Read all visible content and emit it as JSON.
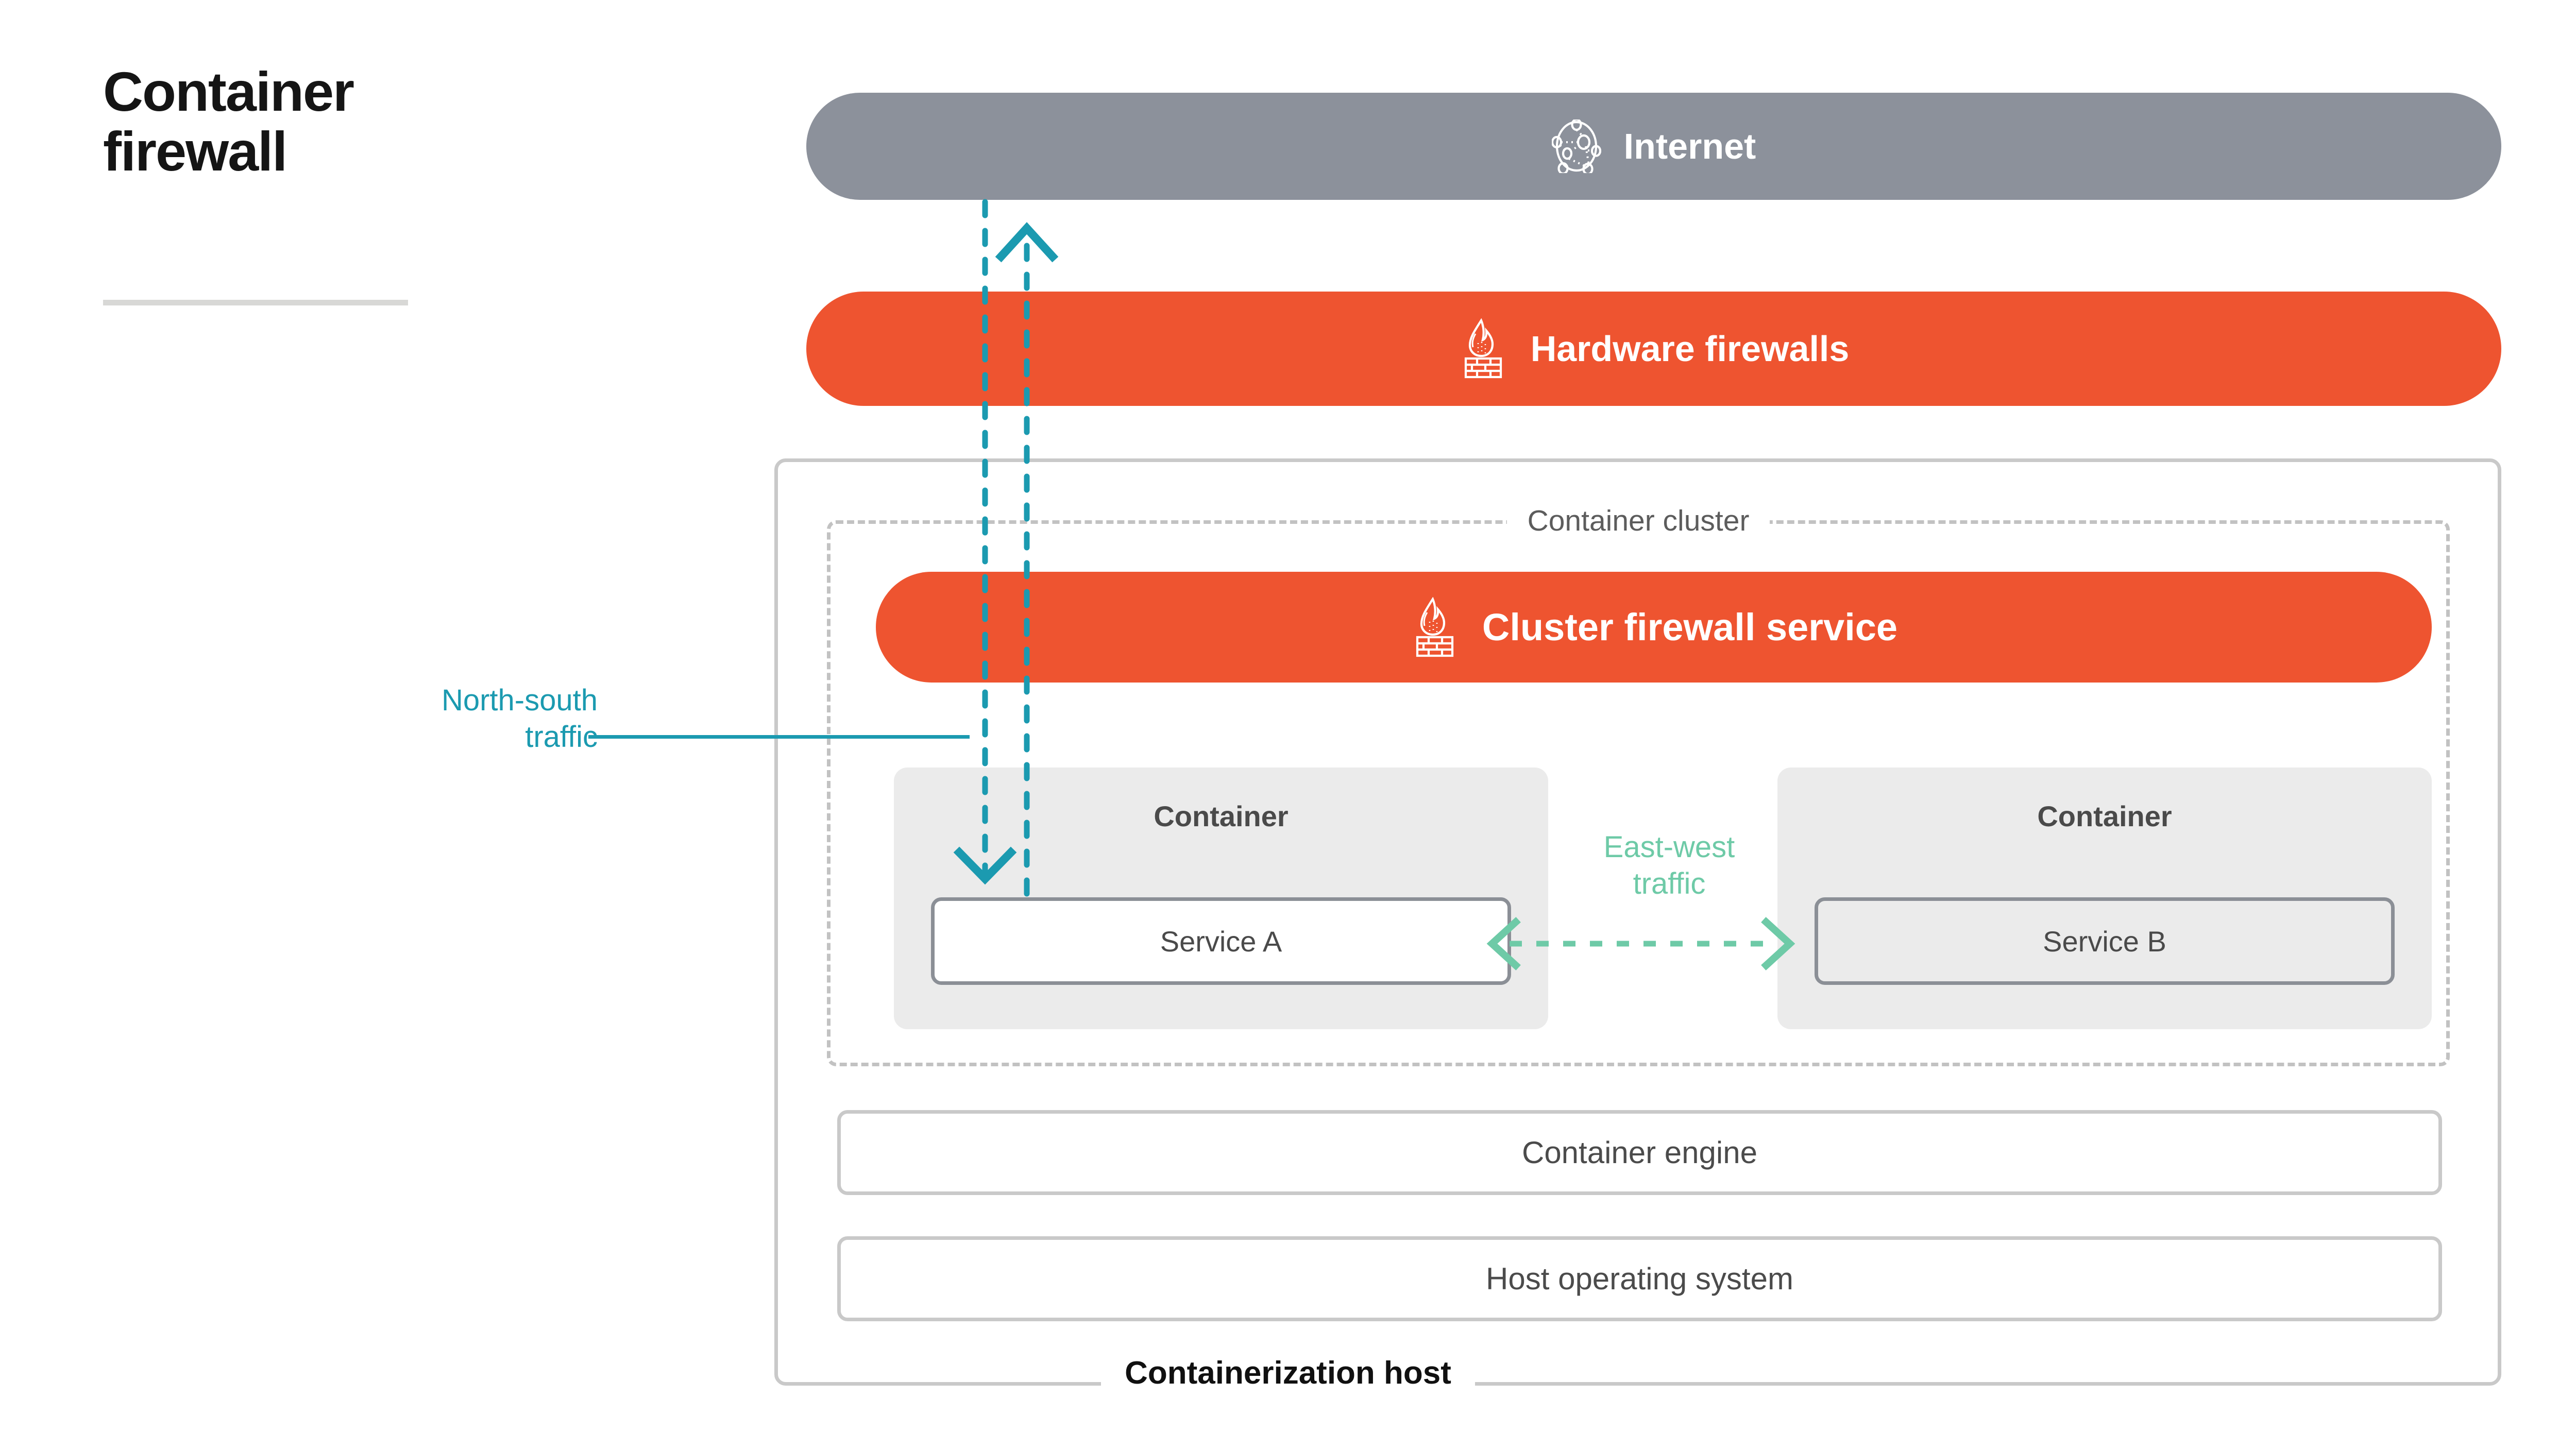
{
  "title": {
    "line1": "Container",
    "line2": "firewall"
  },
  "colors": {
    "internet_gray": "#8c919b",
    "firewall_orange": "#ee5430",
    "north_south_teal": "#1b9ab0",
    "east_west_green": "#6ecaa7",
    "container_fill": "#ebebeb",
    "border_gray": "#c9c9c9",
    "text_dark": "#4a4a4a"
  },
  "internet": {
    "label": "Internet",
    "icon": "network-globe-icon"
  },
  "hardware_firewalls": {
    "label": "Hardware firewalls",
    "icon": "firewall-flame-brick-icon"
  },
  "cluster": {
    "label": "Container cluster",
    "firewall_service": {
      "label": "Cluster firewall service",
      "icon": "firewall-flame-brick-icon"
    },
    "containers": [
      {
        "title": "Container",
        "service": "Service A"
      },
      {
        "title": "Container",
        "service": "Service B"
      }
    ]
  },
  "stack": [
    {
      "label": "Container engine"
    },
    {
      "label": "Host operating system"
    }
  ],
  "host": {
    "label": "Containerization host"
  },
  "traffic": {
    "north_south": {
      "line1": "North-south",
      "line2": "traffic"
    },
    "east_west": {
      "line1": "East-west",
      "line2": "traffic"
    }
  }
}
